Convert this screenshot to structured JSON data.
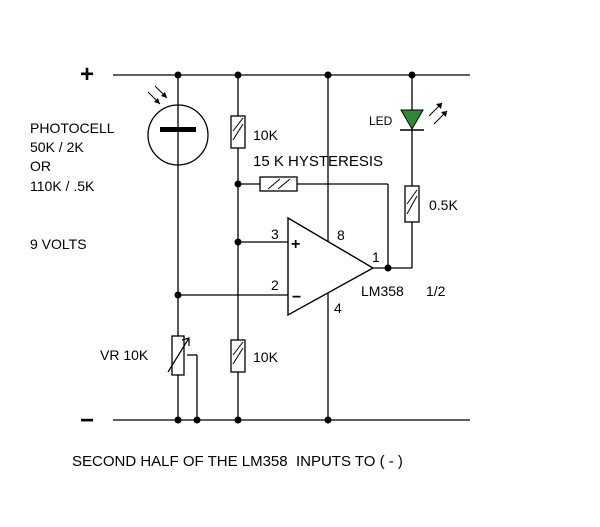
{
  "rails": {
    "positive": "+",
    "negative": "−"
  },
  "components": {
    "photocell": {
      "name": "PHOTOCELL",
      "option_a": "50K / 2K",
      "or": "OR",
      "option_b": "110K / .5K"
    },
    "supply": "9 VOLTS",
    "r_top": "10K",
    "r_bottom": "10K",
    "r_hysteresis": "15 K HYSTERESIS",
    "r_led": "0.5K",
    "led": "LED",
    "vr": "VR 10K",
    "opamp": {
      "name": "LM358",
      "half": "1/2",
      "pin_in_plus": "3",
      "pin_in_minus": "2",
      "pin_out": "1",
      "pin_vcc": "8",
      "pin_gnd": "4",
      "sign_plus": "+",
      "sign_minus": "−"
    }
  },
  "caption": "SECOND HALF OF THE LM358  INPUTS TO ( - )"
}
